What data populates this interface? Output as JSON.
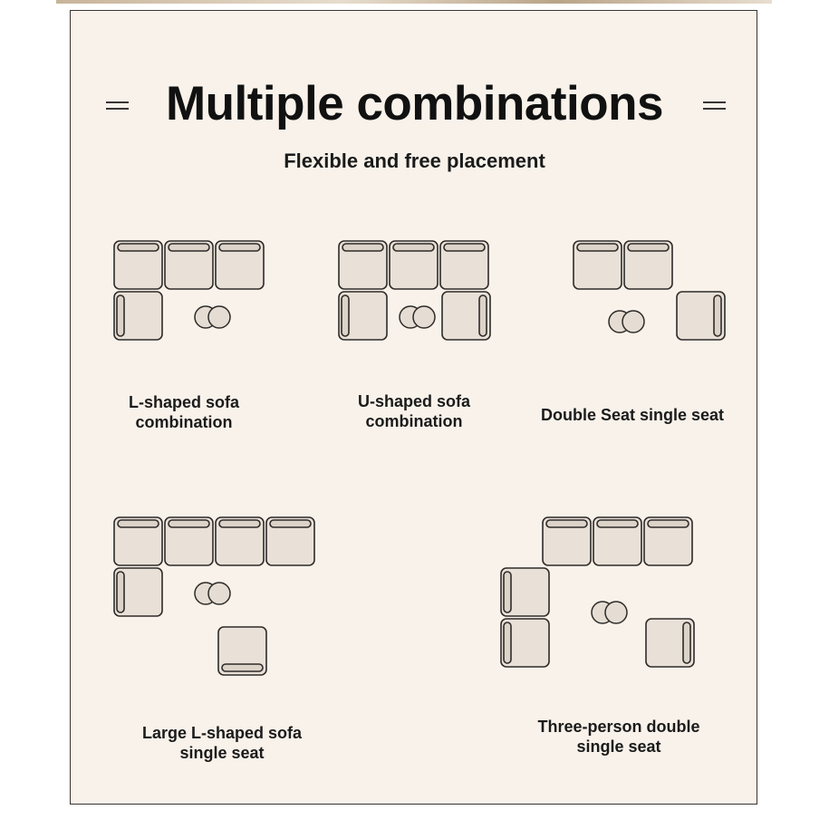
{
  "title": "Multiple combinations",
  "subtitle": "Flexible and free placement",
  "combinations": [
    {
      "line1": "L-shaped sofa",
      "line2": "combination"
    },
    {
      "line1": "U-shaped sofa",
      "line2": "combination"
    },
    {
      "line1": "Double Seat single seat",
      "line2": ""
    },
    {
      "line1": "Large L-shaped sofa",
      "line2": "single seat"
    },
    {
      "line1": "Three-person double",
      "line2": "single seat"
    }
  ]
}
